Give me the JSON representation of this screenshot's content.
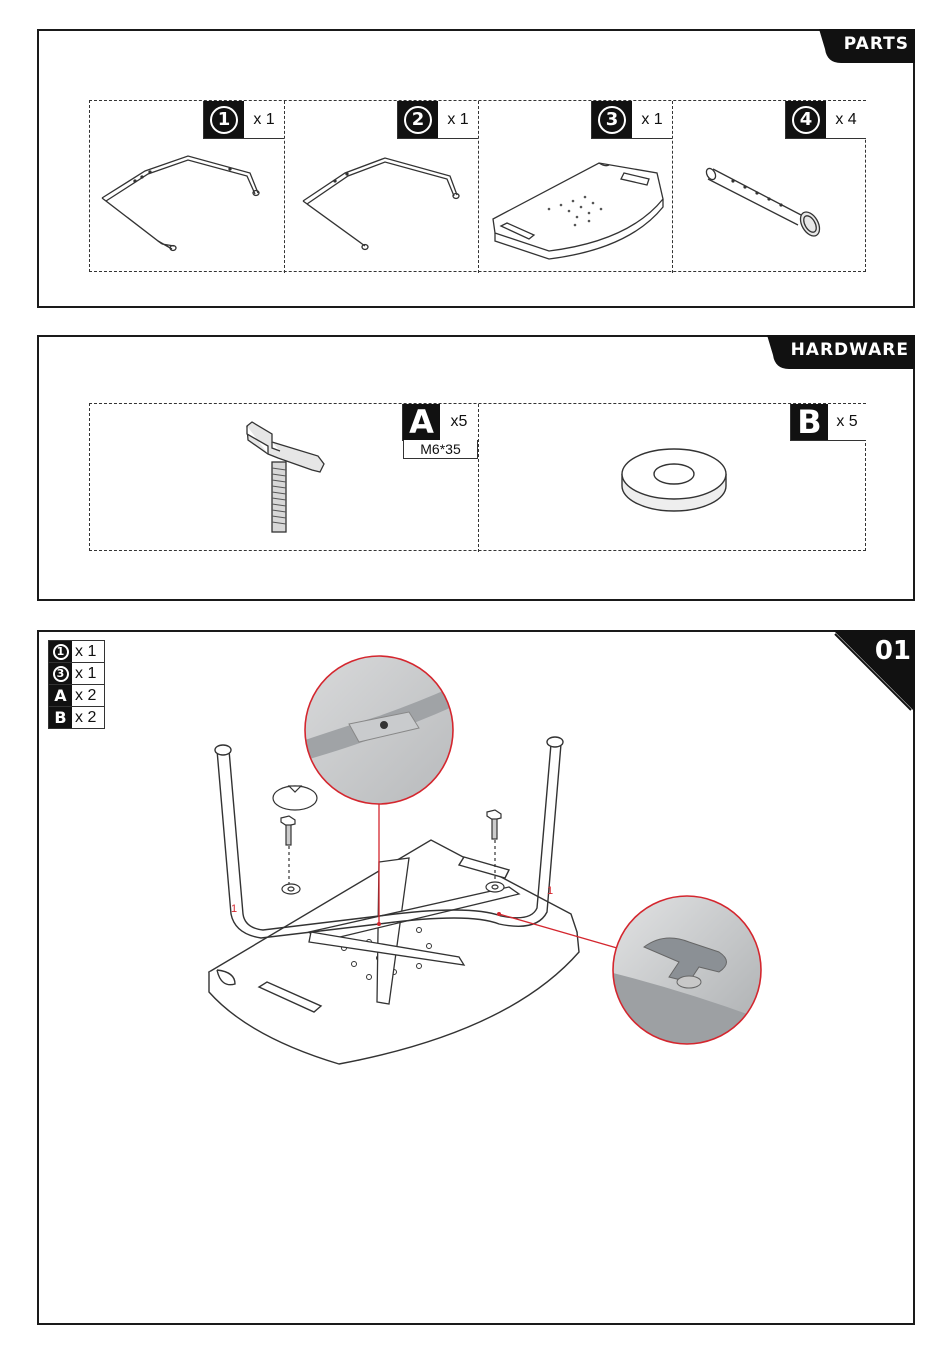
{
  "parts": {
    "tab_label": "PARTS",
    "items": [
      {
        "number": "1",
        "qty": "x 1",
        "icon": "u-frame-with-holes-icon"
      },
      {
        "number": "2",
        "qty": "x 1",
        "icon": "u-frame-icon"
      },
      {
        "number": "3",
        "qty": "x 1",
        "icon": "seat-board-icon"
      },
      {
        "number": "4",
        "qty": "x 4",
        "icon": "leg-extension-icon"
      }
    ]
  },
  "hardware": {
    "tab_label": "HARDWARE",
    "items": [
      {
        "letter": "A",
        "qty": "x5",
        "spec": "M6*35",
        "icon": "t-bolt-icon"
      },
      {
        "letter": "B",
        "qty": "x 5",
        "icon": "washer-icon"
      }
    ]
  },
  "step": {
    "number": "01",
    "list": [
      {
        "key": "1",
        "qty": "x 1"
      },
      {
        "key": "3",
        "qty": "x 1"
      },
      {
        "key": "A",
        "qty": "x 2"
      },
      {
        "key": "B",
        "qty": "x 2"
      }
    ],
    "callout_left": "1",
    "callout_right": "1",
    "accent": "#d4262e"
  }
}
